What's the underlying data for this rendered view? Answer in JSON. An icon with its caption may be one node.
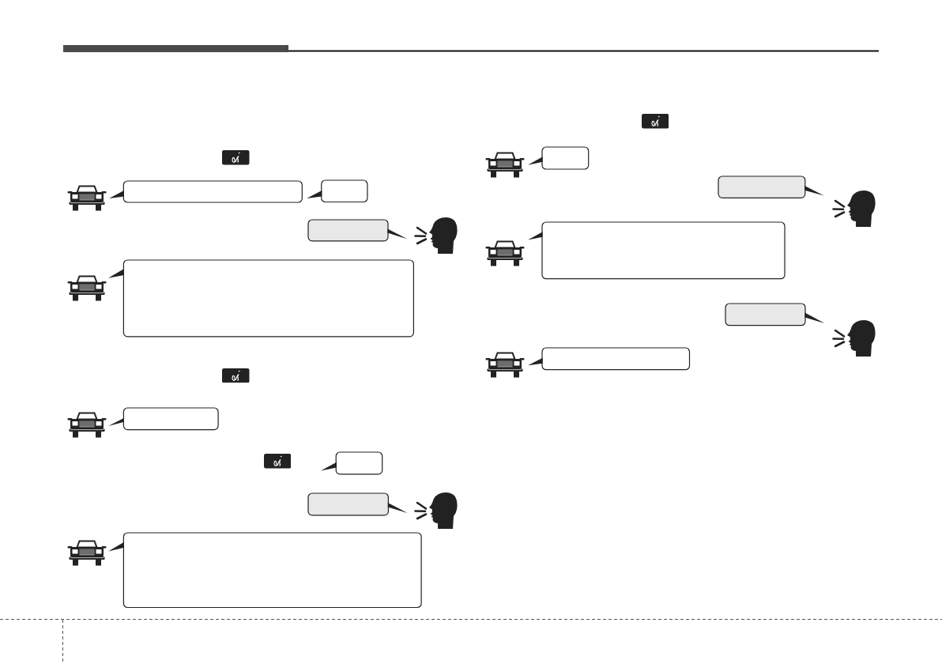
{
  "diagram": {
    "nodes": [
      {
        "text": [],
        "shape": "bubble"
      },
      {
        "text": [],
        "shape": "bubble"
      },
      {
        "text": [],
        "shape": "bubble"
      },
      {
        "text": [],
        "shape": "bubble"
      },
      {
        "text": [],
        "shape": "bubble"
      },
      {
        "text": [],
        "shape": "bubble"
      },
      {
        "text": [],
        "shape": "bubble"
      },
      {
        "text": [],
        "shape": "bubble"
      },
      {
        "text": [],
        "shape": "bubble"
      },
      {
        "text": [],
        "shape": "bubble"
      },
      {
        "text": [],
        "shape": "bubble"
      },
      {
        "text": [],
        "shape": "bubble"
      },
      {
        "text": [],
        "shape": "bubble"
      }
    ]
  }
}
